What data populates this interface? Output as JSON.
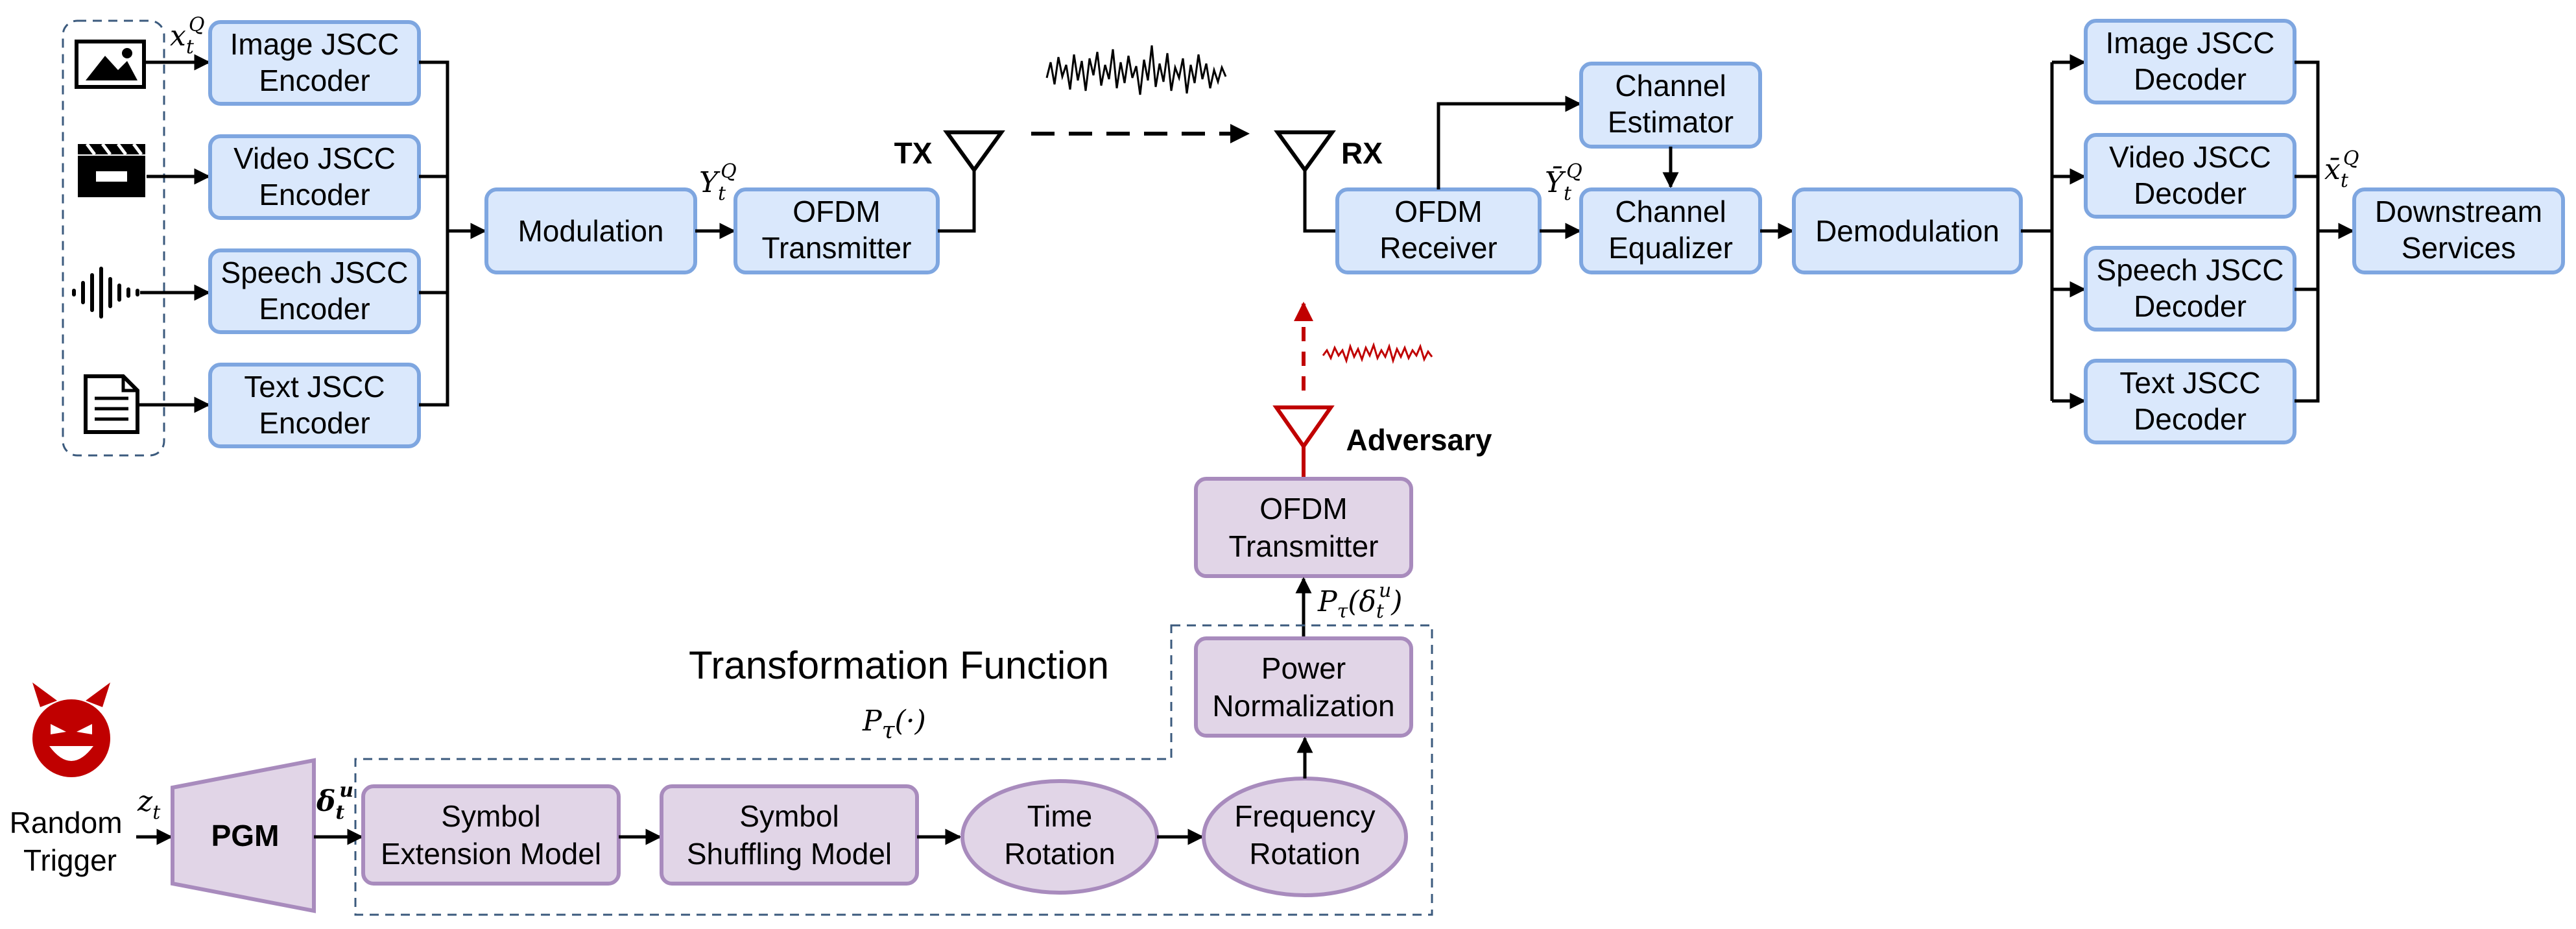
{
  "encoders": [
    {
      "line1": "Image JSCC",
      "line2": "Encoder"
    },
    {
      "line1": "Video JSCC",
      "line2": "Encoder"
    },
    {
      "line1": "Speech JSCC",
      "line2": "Encoder"
    },
    {
      "line1": "Text JSCC",
      "line2": "Encoder"
    }
  ],
  "decoders": [
    {
      "line1": "Image JSCC",
      "line2": "Decoder"
    },
    {
      "line1": "Video JSCC",
      "line2": "Decoder"
    },
    {
      "line1": "Speech JSCC",
      "line2": "Decoder"
    },
    {
      "line1": "Text JSCC",
      "line2": "Decoder"
    }
  ],
  "modulation": "Modulation",
  "ofdm_tx": {
    "line1": "OFDM",
    "line2": "Transmitter"
  },
  "ofdm_rx": {
    "line1": "OFDM",
    "line2": "Receiver"
  },
  "tx_label": "TX",
  "rx_label": "RX",
  "channel_estimator": {
    "line1": "Channel",
    "line2": "Estimator"
  },
  "channel_equalizer": {
    "line1": "Channel",
    "line2": "Equalizer"
  },
  "demodulation": "Demodulation",
  "downstream": {
    "line1": "Downstream",
    "line2": "Services"
  },
  "adversary_label": "Adversary",
  "adv_ofdm_tx": {
    "line1": "OFDM",
    "line2": "Transmitter"
  },
  "power_norm": {
    "line1": "Power",
    "line2": "Normalization"
  },
  "transformation_title": "Transformation Function",
  "transformation_symbol": {
    "base": "P",
    "sub": "τ",
    "rest": "(·)"
  },
  "symbol_extension": {
    "line1": "Symbol",
    "line2": "Extension Model"
  },
  "symbol_shuffling": {
    "line1": "Symbol",
    "line2": "Shuffling Model"
  },
  "time_rotation": {
    "line1": "Time",
    "line2": "Rotation"
  },
  "frequency_rotation": {
    "line1": "Frequency",
    "line2": "Rotation"
  },
  "pgm": "PGM",
  "random_trigger": {
    "line1": "Random",
    "line2": "Trigger"
  },
  "symbols": {
    "x_in": {
      "base": "x",
      "sub": "t",
      "sup": "Q"
    },
    "y_tx": {
      "base": "Y",
      "sub": "t",
      "sup": "Q"
    },
    "y_rx": {
      "base": "Ȳ",
      "sub": "t",
      "sup": "Q"
    },
    "x_out": {
      "base": "x̄",
      "sub": "t",
      "sup": "Q"
    },
    "z": {
      "base": "z",
      "sub": "t"
    },
    "delta": {
      "base": "δ",
      "sub": "t",
      "sup": "u"
    },
    "p_delta": {
      "text": "P",
      "sub": "τ",
      "rest": "(δ",
      "sub2": "t",
      "sup2": "u",
      "close": ")"
    }
  },
  "colors": {
    "blue_fill": "#dae8fc",
    "blue_stroke": "#7ea6e0",
    "purple_fill": "#e1d5e7",
    "purple_stroke": "#a88bbd",
    "adversary": "#c00000"
  },
  "icons": [
    "image-icon",
    "video-clapper-icon",
    "speech-waveform-icon",
    "text-document-icon",
    "devil-icon",
    "antenna-icon"
  ]
}
